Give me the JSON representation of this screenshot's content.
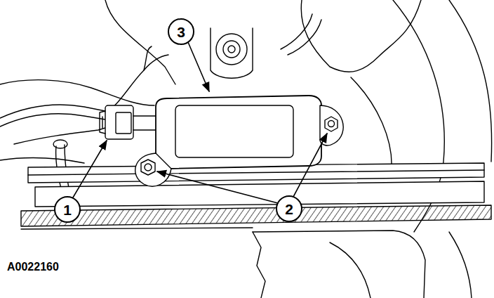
{
  "diagram": {
    "labels": [
      "3",
      "1",
      "2",
      "A0022160"
    ]
  }
}
